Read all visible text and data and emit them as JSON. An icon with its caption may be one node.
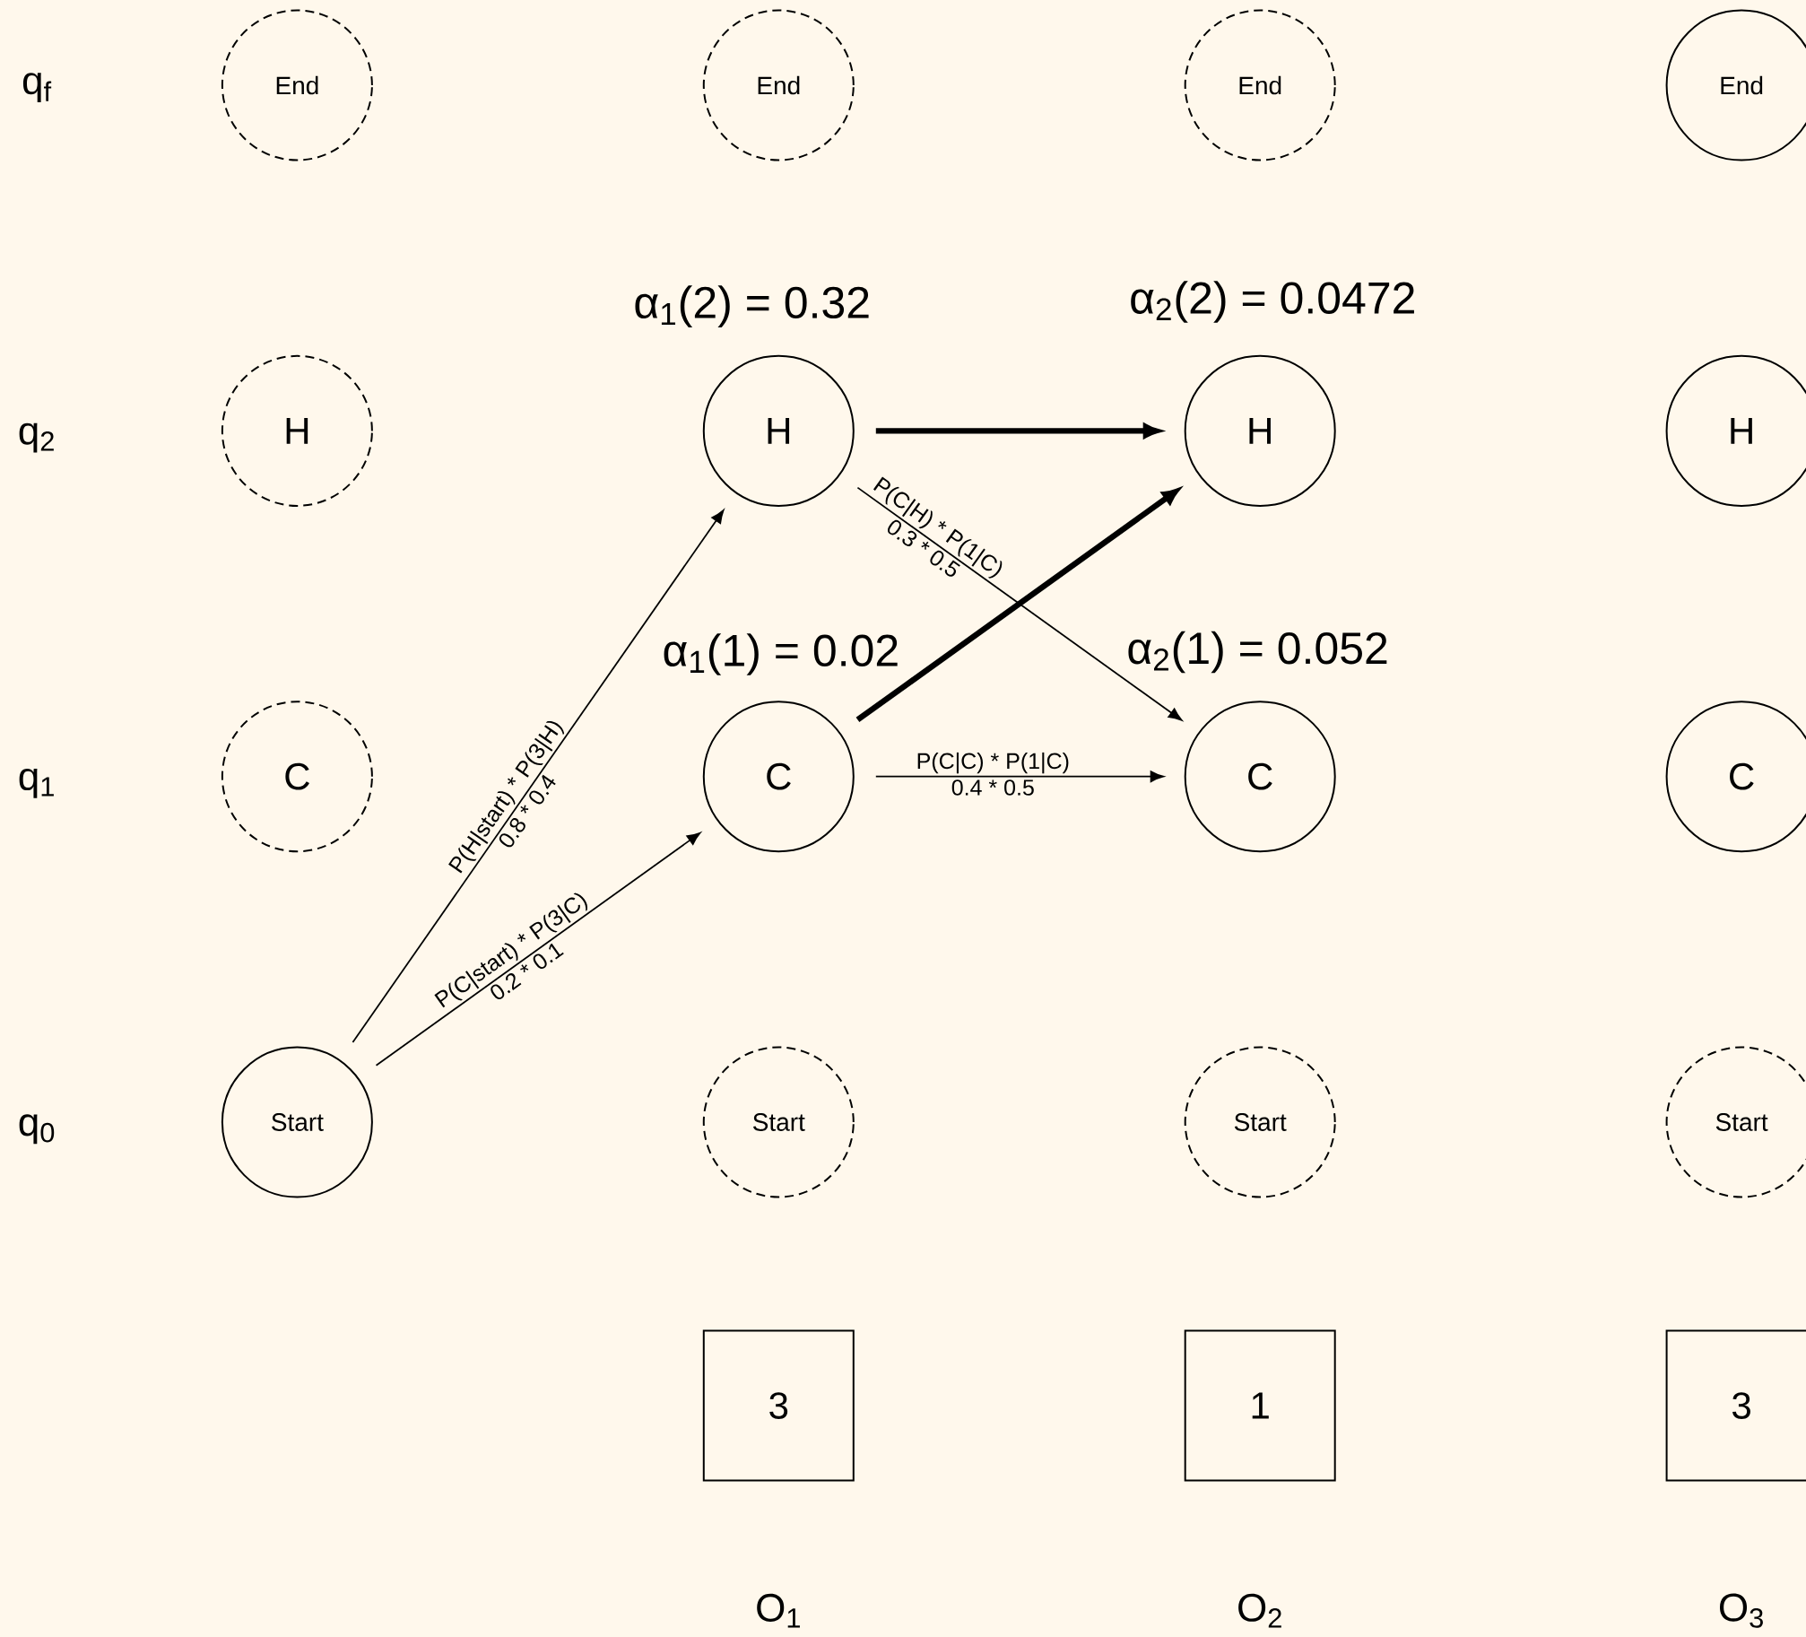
{
  "diagram": {
    "nodes": [
      {
        "text": [
          "End"
        ]
      },
      {
        "text": [
          "End"
        ]
      },
      {
        "text": [
          "End"
        ]
      },
      {
        "text": [
          "End"
        ]
      },
      {
        "text": [
          "H"
        ]
      },
      {
        "text": [
          "H"
        ],
        "beside": [
          "α$_{1}$(2) = 0.32"
        ]
      },
      {
        "text": [
          "H"
        ],
        "beside": [
          "α$_{2}$(2) = 0.0472"
        ]
      },
      {
        "text": [
          "H"
        ]
      },
      {
        "text": [
          "C"
        ]
      },
      {
        "text": [
          "C"
        ],
        "beside": [
          "α$_{1}$(1) = 0.02"
        ]
      },
      {
        "text": [
          "C"
        ],
        "beside": [
          "α$_{2}$(1) = 0.052"
        ]
      },
      {
        "text": [
          "C"
        ]
      },
      {
        "text": [
          "Start"
        ]
      },
      {
        "text": [
          "Start"
        ]
      },
      {
        "text": [
          "Start"
        ]
      },
      {
        "text": [
          "Start"
        ]
      },
      {
        "text": [
          "3"
        ]
      },
      {
        "text": [
          "1"
        ]
      },
      {
        "text": [
          "3"
        ]
      }
    ],
    "edges": [
      {
        "from": 12,
        "to": 5,
        "arrow": "to",
        "label": [
          "P(H|start) * P(3|H)",
          "0.8 * 0.4"
        ]
      },
      {
        "from": 12,
        "to": 9,
        "arrow": "to",
        "label": [
          "P(C|start) * P(3|C)",
          "0.2 * 0.1"
        ]
      },
      {
        "from": 5,
        "to": 6,
        "arrow": "to",
        "style": "thick"
      },
      {
        "from": 5,
        "to": 10,
        "arrow": "to",
        "label": [
          "P(C|H) * P(1|C)",
          "0.3 * 0.5"
        ]
      },
      {
        "from": 9,
        "to": 6,
        "arrow": "to",
        "style": "thick"
      },
      {
        "from": 9,
        "to": 10,
        "arrow": "to",
        "label": [
          "P(C|C) * P(1|C)",
          "0.4 * 0.5"
        ]
      }
    ],
    "labels": [
      "q$_{f}$",
      "q$_{2}$",
      "q$_{1}$",
      "q$_{0}$",
      "O$_{1}$",
      "O$_{2}$",
      "O$_{3}$"
    ]
  }
}
